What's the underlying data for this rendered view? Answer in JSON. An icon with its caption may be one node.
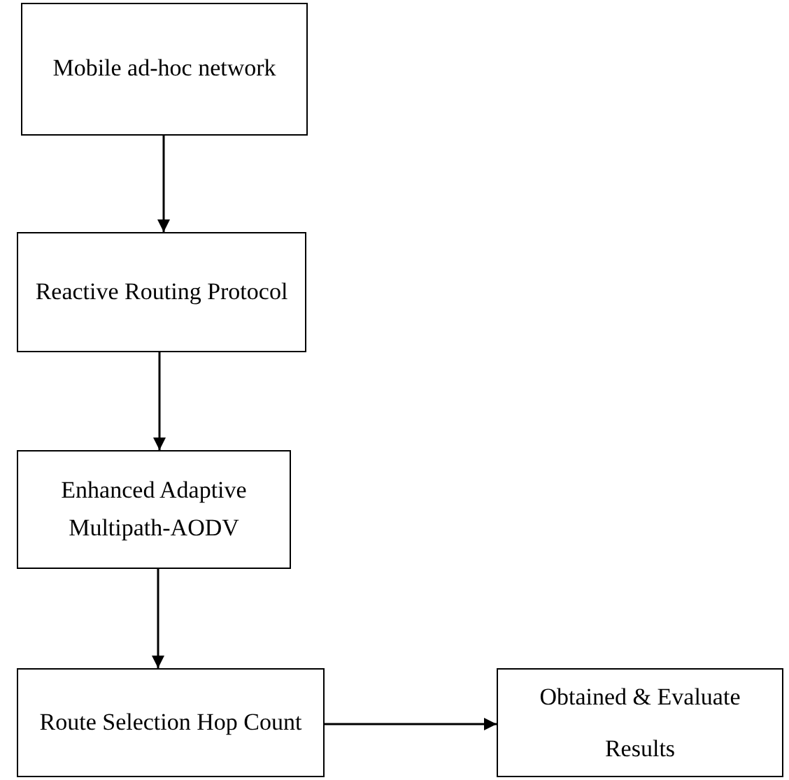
{
  "diagram": {
    "nodes": [
      {
        "text": [
          "Mobile ad-hoc network"
        ]
      },
      {
        "text": [
          "Reactive Routing Protocol"
        ]
      },
      {
        "text": [
          "Enhanced Adaptive Multipath-AODV"
        ]
      },
      {
        "text": [
          "Route Selection Hop Count"
        ]
      },
      {
        "text": [
          "Obtained & Evaluate Results"
        ]
      }
    ],
    "edges": [
      {
        "from": 0,
        "to": 1,
        "arrow": "to"
      },
      {
        "from": 1,
        "to": 2,
        "arrow": "to"
      },
      {
        "from": 2,
        "to": 3,
        "arrow": "to"
      },
      {
        "from": 3,
        "to": 4,
        "arrow": "to"
      }
    ]
  }
}
